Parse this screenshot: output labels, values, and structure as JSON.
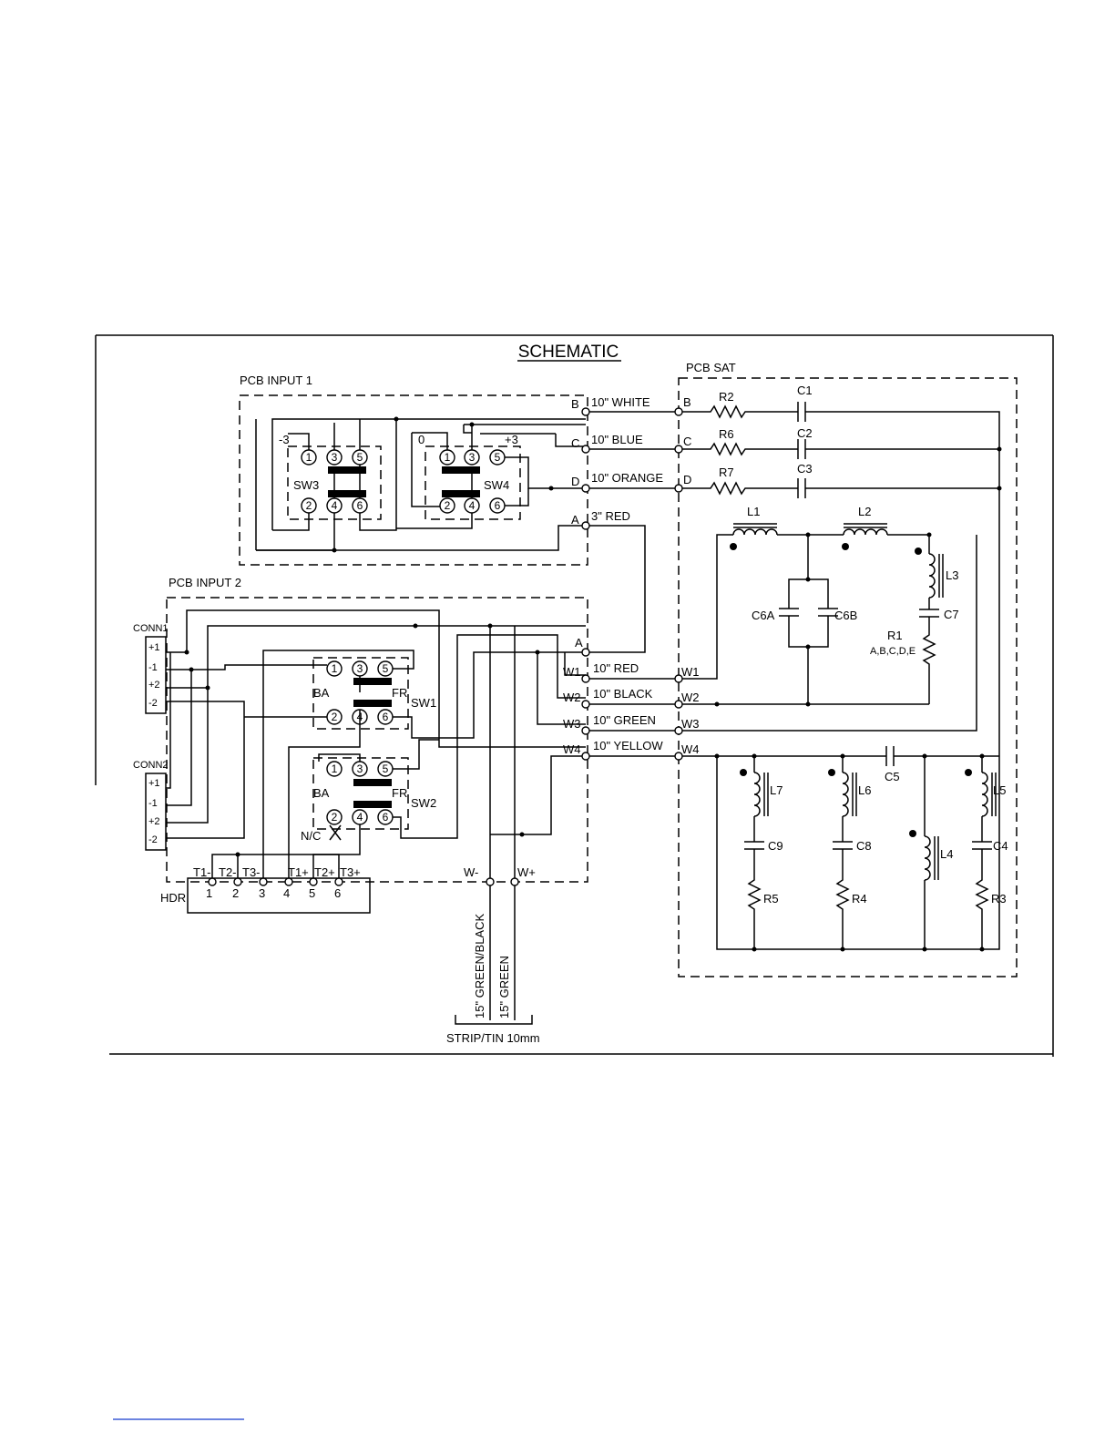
{
  "title": "SCHEMATIC",
  "boards": {
    "input1": "PCB INPUT 1",
    "input2": "PCB INPUT 2",
    "sat": "PCB SAT"
  },
  "switches": {
    "sw3": "SW3",
    "sw4": "SW4",
    "sw1": "SW1",
    "sw2": "SW2",
    "sw3_tap": "-3",
    "sw4_tap0": "0",
    "sw4_tap3": "+3",
    "ba": "BA",
    "fr": "FR",
    "nc": "N/C"
  },
  "pins": [
    "1",
    "3",
    "5",
    "2",
    "4",
    "6"
  ],
  "wires": [
    {
      "node": "B",
      "label": "10\" WHITE"
    },
    {
      "node": "C",
      "label": "10\" BLUE"
    },
    {
      "node": "D",
      "label": "10\" ORANGE"
    },
    {
      "node": "A",
      "label": "3\" RED"
    },
    {
      "node": "W1",
      "label": "10\" RED"
    },
    {
      "node": "W2",
      "label": "10\" BLACK"
    },
    {
      "node": "W3",
      "label": "10\" GREEN"
    },
    {
      "node": "W4",
      "label": "10\" YELLOW"
    }
  ],
  "nodes_sat": [
    "B",
    "C",
    "D",
    "W1",
    "W2",
    "W3",
    "W4"
  ],
  "node_a2": "A",
  "components": {
    "r2": "R2",
    "r6": "R6",
    "r7": "R7",
    "c1": "C1",
    "c2": "C2",
    "c3": "C3",
    "l1": "L1",
    "l2": "L2",
    "l3": "L3",
    "c6a": "C6A",
    "c6b": "C6B",
    "c7": "C7",
    "r1": "R1",
    "r1_variants": "A,B,C,D,E",
    "c5": "C5",
    "l7": "L7",
    "l6": "L6",
    "l4": "L4",
    "l5": "L5",
    "c9": "C9",
    "c8": "C8",
    "c4": "C4",
    "r5": "R5",
    "r4": "R4",
    "r3": "R3"
  },
  "connectors": {
    "conn1": "CONN1",
    "conn2": "CONN2",
    "conn_pins": [
      "+1",
      "-1",
      "+2",
      "-2"
    ]
  },
  "header": {
    "name": "HDR",
    "terminals": [
      "T1-",
      "T2-",
      "T3-",
      "T1+",
      "T2+",
      "T3+"
    ],
    "numbers": [
      "1",
      "2",
      "3",
      "4",
      "5",
      "6"
    ]
  },
  "leads": {
    "w_minus": "W-",
    "w_plus": "W+",
    "green_black": "15\" GREEN/BLACK",
    "green": "15\" GREEN",
    "strip": "STRIP/TIN 10mm"
  }
}
